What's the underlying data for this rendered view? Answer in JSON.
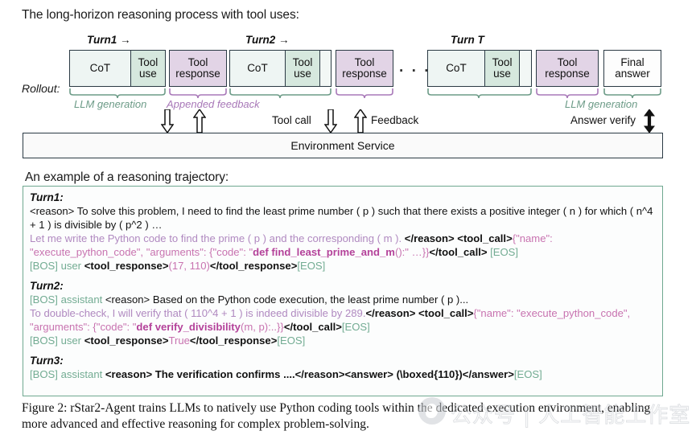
{
  "top_heading": "The long-horizon reasoning process with tool uses:",
  "example_heading": "An example of a reasoning trajectory:",
  "diagram": {
    "rollout_label": "Rollout:",
    "turn_labels": [
      {
        "text": "Turn1 →"
      },
      {
        "text": "Turn2 →"
      },
      {
        "text": "Turn T"
      }
    ],
    "segments": {
      "cot": "CoT",
      "tool_use": "Tool\nuse",
      "tool_response": "Tool\nresponse",
      "final_answer": "Final\nanswer",
      "ellipsis": "· · ·"
    },
    "brace_labels": [
      {
        "text": "LLM generation",
        "tone": "green"
      },
      {
        "text": "Appended feedback",
        "tone": "purple"
      },
      {
        "text": "LLM generation",
        "tone": "green"
      }
    ]
  },
  "arrows": {
    "tool_call_label": "Tool call",
    "feedback_label": "Feedback",
    "answer_verify_label": "Answer verify"
  },
  "env_bar": {
    "label": "Environment Service"
  },
  "trajectory": {
    "turns": [
      {
        "title": "Turn1:",
        "lines": [
          [
            {
              "t": "<reason> To solve this problem, I need to find the least prime number ( p ) such that there exists a positive integer ( n ) for which ( n^4 + 1 ) is divisible by ( p^2 ) …",
              "c": "black"
            }
          ],
          [
            {
              "t": "Let me write the Python code to find the prime ( p ) and the corresponding ( m ). ",
              "c": "mauve"
            },
            {
              "t": "</reason> <tool_call>",
              "c": "bold"
            },
            {
              "t": "{\"name\": \"execute_python_code\", \"arguments\": {\"code\": \"",
              "c": "pink"
            },
            {
              "t": "def find_least_prime_and_m",
              "c": "pinkb"
            },
            {
              "t": "():\" …}}",
              "c": "pink"
            },
            {
              "t": "</tool_call> ",
              "c": "bold"
            },
            {
              "t": "[EOS]",
              "c": "green"
            }
          ],
          [
            {
              "t": "[BOS] user ",
              "c": "green"
            },
            {
              "t": "<tool_response>",
              "c": "bold"
            },
            {
              "t": "(17, 110)",
              "c": "pink"
            },
            {
              "t": "</tool_response>",
              "c": "bold"
            },
            {
              "t": "[EOS]",
              "c": "green"
            }
          ]
        ]
      },
      {
        "title": "Turn2:",
        "lines": [
          [
            {
              "t": "[BOS] assistant ",
              "c": "green"
            },
            {
              "t": "<reason> Based on the Python code execution, the least prime number ( p )...",
              "c": "black"
            }
          ],
          [
            {
              "t": "To double-check, I will verify that ( 110^4 + 1 ) is indeed divisible by 289.",
              "c": "mauve"
            },
            {
              "t": "</reason> <tool_call>",
              "c": "bold"
            },
            {
              "t": "{\"name\": \"execute_python_code\", \"arguments\": {\"code\": \"",
              "c": "pink"
            },
            {
              "t": "def verify_divisibility",
              "c": "pinkb"
            },
            {
              "t": "(m, p):..}}",
              "c": "pink"
            },
            {
              "t": "</tool_call>",
              "c": "bold"
            },
            {
              "t": "[EOS]",
              "c": "green"
            }
          ],
          [
            {
              "t": "[BOS] user ",
              "c": "green"
            },
            {
              "t": "<tool_response>",
              "c": "bold"
            },
            {
              "t": "True",
              "c": "pink"
            },
            {
              "t": "</tool_response>",
              "c": "bold"
            },
            {
              "t": "[EOS]",
              "c": "green"
            }
          ]
        ]
      },
      {
        "title": "Turn3:",
        "lines": [
          [
            {
              "t": "[BOS] assistant ",
              "c": "green"
            },
            {
              "t": "<reason> The verification confirms ....</reason><answer> (\\boxed{110})</answer>",
              "c": "bold"
            },
            {
              "t": "[EOS]",
              "c": "green"
            }
          ]
        ]
      }
    ]
  },
  "caption": "Figure 2: rStar2-Agent trains LLMs to natively use Python coding tools within the dedicated execution environment, enabling more advanced and effective reasoning for complex problem-solving.",
  "watermark": {
    "text": "公众号 | 人工智能工作室"
  },
  "colors": {
    "box_border": "#2b3a44",
    "cot_fill": "#eef5f3",
    "tooluse_fill": "#d6e8de",
    "response_fill": "#e2d4e6",
    "panel_border": "#6fa890",
    "green_text": "#73ac93",
    "mauve_text": "#b089c0",
    "pink_text": "#c873b0"
  }
}
